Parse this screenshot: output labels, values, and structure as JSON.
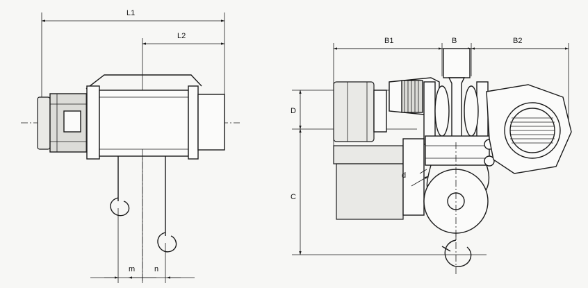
{
  "labels": {
    "L1": "L1",
    "L2": "L2",
    "m": "m",
    "n": "n",
    "B1": "B1",
    "B": "B",
    "B2": "B2",
    "D": "D",
    "C": "C",
    "d": "d"
  }
}
